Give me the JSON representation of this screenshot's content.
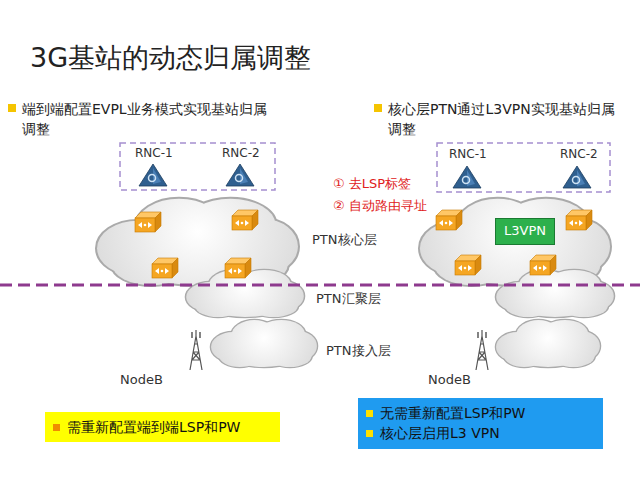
{
  "diagram": {
    "title": "3G基站的动态归属调整",
    "nodes": [
      {
        "text": [
          "L3VPN"
        ]
      },
      {
        "text": [
          "需重新配置端到端LSP和PW"
        ]
      },
      {
        "text": [
          "无需重新配置LSP和PW",
          "核心层启用L3 VPN"
        ]
      }
    ],
    "labels": [
      "端到端配置EVPL业务模式实现基站归属调整",
      "核心层PTN通过L3VPN实现基站归属调整",
      "RNC-1",
      "RNC-2",
      "RNC-1",
      "RNC-2",
      "① 去LSP标签",
      "② 自动路由寻址",
      "PTN核心层",
      "PTN汇聚层",
      "PTN接入层",
      "NodeB",
      "NodeB"
    ]
  }
}
